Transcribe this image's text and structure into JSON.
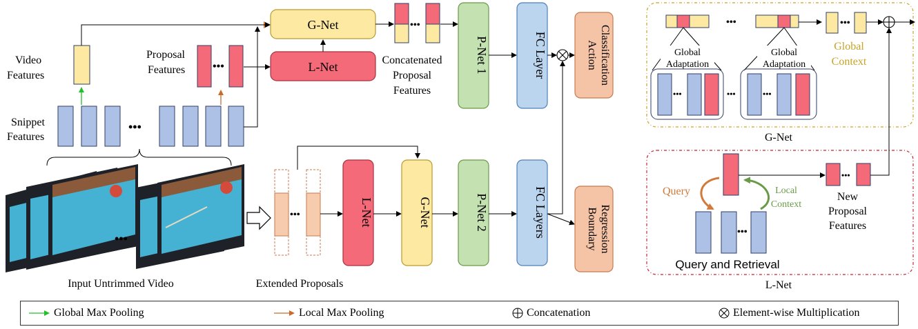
{
  "colors": {
    "snippet_blue": "#adc1e6",
    "video_yellow": "#fde9a2",
    "proposal_red": "#f46a79",
    "extended_orange": "#f7cbad",
    "pnet_green": "#c4e1b1",
    "fc_blue": "#bcd5ef",
    "output_salmon": "#f5c3a6",
    "global_gold": "#c9a227",
    "local_green": "#6a9a48",
    "query_orange": "#d27a3c",
    "pooling_green": "#22c02a",
    "pooling_orange": "#c86a2c"
  },
  "labels": {
    "video_features": [
      "Video",
      "Features"
    ],
    "proposal_features": [
      "Proposal",
      "Features"
    ],
    "snippet_features": [
      "Snippet",
      "Features"
    ],
    "concat_proposal": [
      "Concatenated",
      "Proposal",
      "Features"
    ],
    "input_video": "Input Untrimmed Video",
    "extended_proposals": "Extended Proposals",
    "gnet_top": "G-Net",
    "lnet_top": "L-Net",
    "pnet1": "P-Net 1",
    "fc_layer": "FC Layer",
    "action_classification": [
      "Action",
      "Classification"
    ],
    "lnet_bottom": "L-Net",
    "gnet_bottom": "G-Net",
    "pnet2": "P-Net 2",
    "fc_layers": "FC Layers",
    "boundary_regression": [
      "Boundary",
      "Regression"
    ],
    "global_adaptation": [
      "Global",
      "Adaptation"
    ],
    "global_context": [
      "Global",
      "Context"
    ],
    "gnet_panel": "G-Net",
    "query": "Query",
    "local_context": [
      "Local",
      "Context"
    ],
    "new_proposal_features": [
      "New",
      "Proposal",
      "Features"
    ],
    "query_and_retrieval": "Query and Retrieval",
    "lnet_panel": "L-Net",
    "ellipsis": "•••"
  },
  "legend": [
    {
      "icon": "green-arrow-icon",
      "text": "Global Max Pooling"
    },
    {
      "icon": "orange-arrow-icon",
      "text": "Local Max Pooling"
    },
    {
      "icon": "oplus-icon",
      "text": "Concatenation"
    },
    {
      "icon": "otimes-icon",
      "text": "Element-wise Multiplication"
    }
  ]
}
